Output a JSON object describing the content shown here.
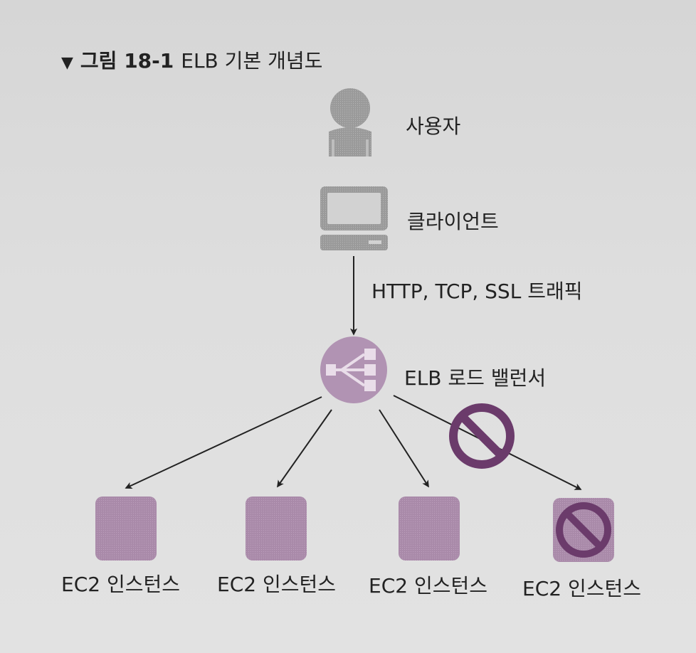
{
  "caption": {
    "marker": "▼",
    "figure_number": "그림 18-1",
    "title": "ELB 기본 개념도"
  },
  "nodes": {
    "user": {
      "label": "사용자",
      "icon": "user-icon"
    },
    "client": {
      "label": "클라이언트",
      "icon": "computer-icon"
    },
    "traffic": {
      "label": "HTTP, TCP, SSL 트래픽"
    },
    "elb": {
      "label": "ELB 로드 밸런서",
      "icon": "load-balancer-icon"
    },
    "instances": [
      {
        "label": "EC2 인스턴스",
        "blocked": false
      },
      {
        "label": "EC2 인스턴스",
        "blocked": false
      },
      {
        "label": "EC2 인스턴스",
        "blocked": false
      },
      {
        "label": "EC2 인스턴스",
        "blocked": true
      }
    ]
  },
  "colors": {
    "icon_gray": "#9a9a9a",
    "elb_purple": "#b193b3",
    "instance_purple": "#a98aa9",
    "blocked_purple": "#6b3b6b",
    "arrow": "#222222"
  }
}
